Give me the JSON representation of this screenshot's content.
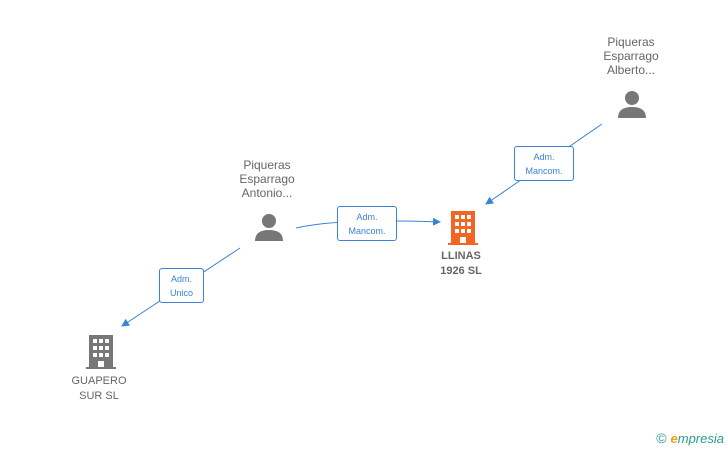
{
  "nodes": {
    "person_alberto": {
      "lines": [
        "Piqueras",
        "Esparrago",
        "Alberto..."
      ]
    },
    "person_antonio": {
      "lines": [
        "Piqueras",
        "Esparrago",
        "Antonio..."
      ]
    },
    "company_main": {
      "lines": [
        "LLINAS",
        "1926 SL"
      ]
    },
    "company_guapero": {
      "lines": [
        "GUAPERO",
        "SUR SL"
      ]
    }
  },
  "roles": {
    "alberto_to_main": [
      "Adm.",
      "Mancom."
    ],
    "antonio_to_main": [
      "Adm.",
      "Mancom."
    ],
    "antonio_to_guapero": [
      "Adm.",
      "Unico"
    ]
  },
  "colors": {
    "edge": "#3b82d8",
    "person_icon": "#777777",
    "company_main": "#f26522",
    "company_other": "#777777"
  },
  "footer": {
    "copyright_symbol": "©",
    "brand_initial": "e",
    "brand_rest": "mpresia"
  }
}
